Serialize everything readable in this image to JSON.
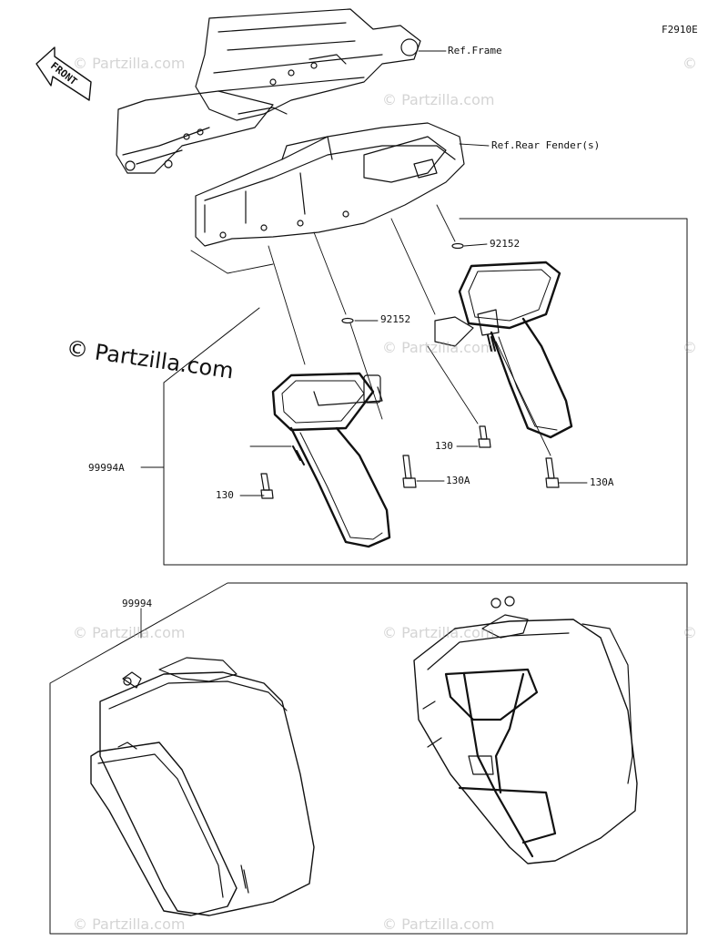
{
  "figure_code": "F2910E",
  "front_label": "FRONT",
  "brand_watermark": "© Partzilla.com",
  "bg_watermark": "© Partzilla.com",
  "callouts": {
    "ref_frame": "Ref.Frame",
    "ref_rear_fender": "Ref.Rear Fender(s)",
    "p92152_right": "92152",
    "p92152_left": "92152",
    "p99994A": "99994A",
    "p130_right": "130",
    "p130A_left": "130A",
    "p130A_right": "130A",
    "p130_left": "130",
    "p99994": "99994"
  }
}
